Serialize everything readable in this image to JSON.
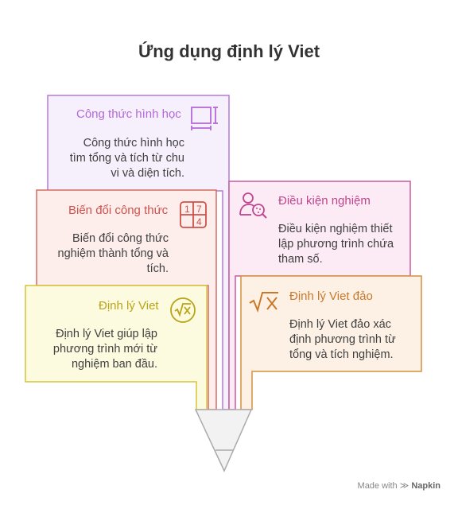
{
  "title": "Ứng dụng định lý Viet",
  "cards": {
    "geometry": {
      "label": "Công thức hình học",
      "desc": [
        "Công thức hình học",
        "tìm tổng và tích từ chu",
        "vi và diện tích."
      ],
      "color": "#b36ad8",
      "icon": "square-measure-icon"
    },
    "conditions": {
      "label": "Điều kiện nghiệm",
      "desc": [
        "Điều kiện nghiệm thiết",
        "lập phương trình chứa",
        "tham số."
      ],
      "color": "#c0458f",
      "icon": "person-search-icon"
    },
    "transform": {
      "label": "Biến đổi công thức",
      "desc": [
        "Biến đổi công thức",
        "nghiệm thành tổng và",
        "tích."
      ],
      "color": "#d0504a",
      "icon": "grid-numbers-icon",
      "icon_digits": [
        "1",
        "7",
        "4"
      ]
    },
    "inverse": {
      "label": "Định lý Viet đảo",
      "desc": [
        "Định lý Viet đảo xác",
        "định phương trình từ",
        "tổng và tích nghiệm."
      ],
      "color": "#c9782a",
      "icon": "sqrt-x-icon"
    },
    "viet": {
      "label": "Định lý Viet",
      "desc": [
        "Định lý Viet giúp lập",
        "phương trình mới từ",
        "nghiệm ban đầu."
      ],
      "color": "#b8a418",
      "icon": "sqrt-x-circle-icon"
    }
  },
  "footer": {
    "made_with": "Made with",
    "brand": "Napkin"
  }
}
